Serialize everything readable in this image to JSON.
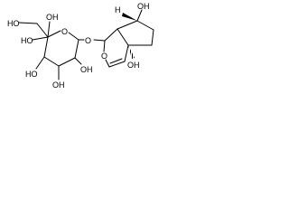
{
  "molecule": {
    "atom_labels": {
      "ho_c6": "HO",
      "ho_c5": "HO",
      "oh_top": "OH",
      "o_ring_sugar": "O",
      "o_glycosidic": "O",
      "oh_c2": "OH",
      "ho_c4": "HO",
      "oh_c3": "OH",
      "o_ring_pyran": "O",
      "oh_c7": "OH",
      "h_c8": "H",
      "oh_c4a": "OH"
    }
  },
  "colors": {
    "ink": "#000000",
    "background": "#ffffff"
  }
}
